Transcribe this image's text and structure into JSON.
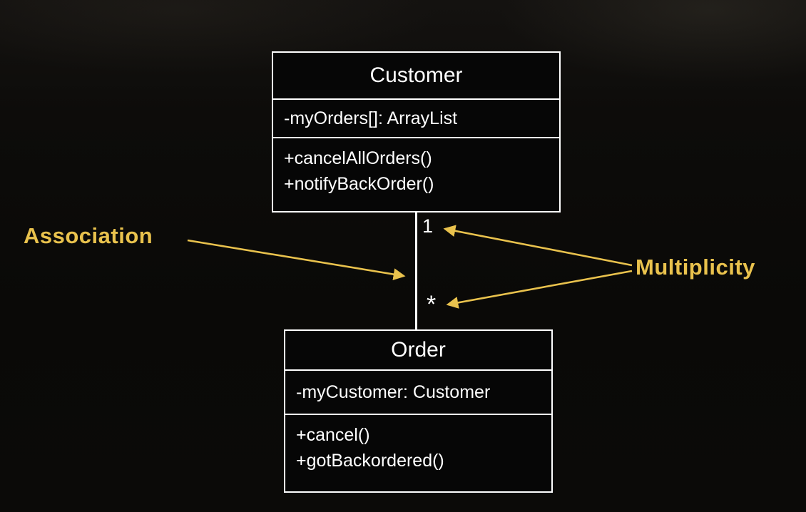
{
  "colors": {
    "accent": "#e9c24d",
    "box_border": "#ffffff",
    "box_fill": "#060606",
    "text": "#ffffff"
  },
  "diagram": {
    "classes": [
      {
        "name": "Customer",
        "attributes": [
          "-myOrders[]: ArrayList"
        ],
        "methods": [
          "+cancelAllOrders()",
          "+notifyBackOrder()"
        ]
      },
      {
        "name": "Order",
        "attributes": [
          "-myCustomer: Customer"
        ],
        "methods": [
          "+cancel()",
          "+gotBackordered()"
        ]
      }
    ],
    "association": {
      "multiplicity_top": "1",
      "multiplicity_bottom": "*"
    },
    "annotations": {
      "association_label": "Association",
      "multiplicity_label": "Multiplicity"
    }
  }
}
